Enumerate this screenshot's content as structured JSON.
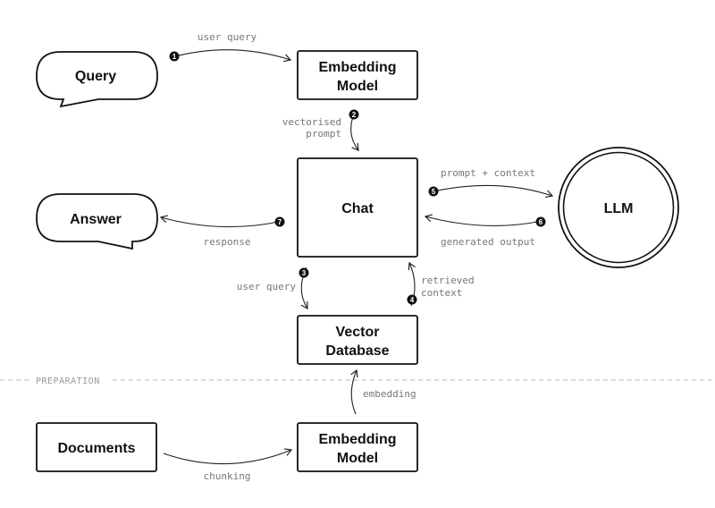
{
  "nodes": {
    "query": "Query",
    "embedding_model_top": "Embedding Model",
    "chat": "Chat",
    "answer": "Answer",
    "llm": "LLM",
    "vector_database": "Vector Database",
    "documents": "Documents",
    "embedding_model_bottom": "Embedding Model"
  },
  "edges": {
    "user_query_top": "user query",
    "vectorised_prompt": "vectorised prompt",
    "prompt_context": "prompt + context",
    "generated_output": "generated output",
    "response": "response",
    "user_query_db": "user query",
    "retrieved_context": "retrieved context",
    "embedding": "embedding",
    "chunking": "chunking"
  },
  "steps": [
    "1",
    "2",
    "3",
    "4",
    "5",
    "6",
    "7"
  ],
  "separator_label": "PREPARATION"
}
